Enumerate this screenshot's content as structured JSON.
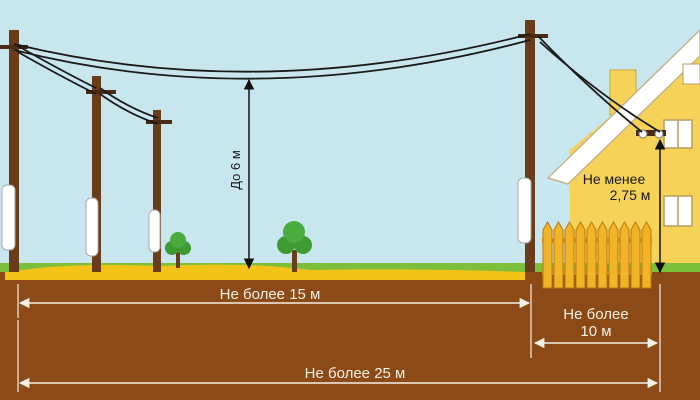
{
  "labels": {
    "height_max": "До 6 м",
    "house_min_line1": "Не менее",
    "house_min_line2": "2,75 м",
    "span_max": "Не более 15 м",
    "yard_line1": "Не более",
    "yard_line2": "10 м",
    "total_max": "Не более 25 м"
  },
  "colors": {
    "sky": "#c8e6ee",
    "ground": "#8c4a16",
    "grass": "#7bbf3a",
    "sand": "#f2c418",
    "pole": "#6b3c1a",
    "house_wall": "#f6d258",
    "roof": "#ffffff",
    "fence": "#f3b327",
    "tree": "#3e9a33"
  }
}
